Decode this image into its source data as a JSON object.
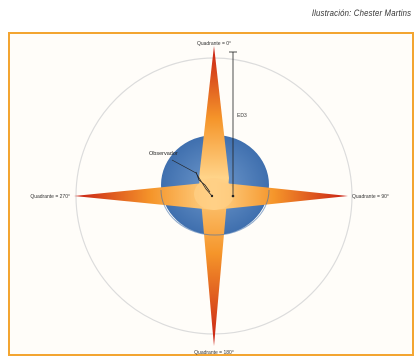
{
  "credit": "Ilustración:  Chester  Martins",
  "diagram": {
    "label_top": "Quadrante = 0°",
    "label_right": "Quadrante = 90°",
    "label_bottom": "Quadrante = 180°",
    "label_left": "Quadrante = 270°",
    "label_center": "Observador",
    "label_vertical": "ED3"
  },
  "colors": {
    "frame": "#f3a531",
    "ellipse": "#4f7fbf",
    "star_center": "#ffc060",
    "star_edge": "#d82418",
    "circle": "#d6d6d6"
  }
}
